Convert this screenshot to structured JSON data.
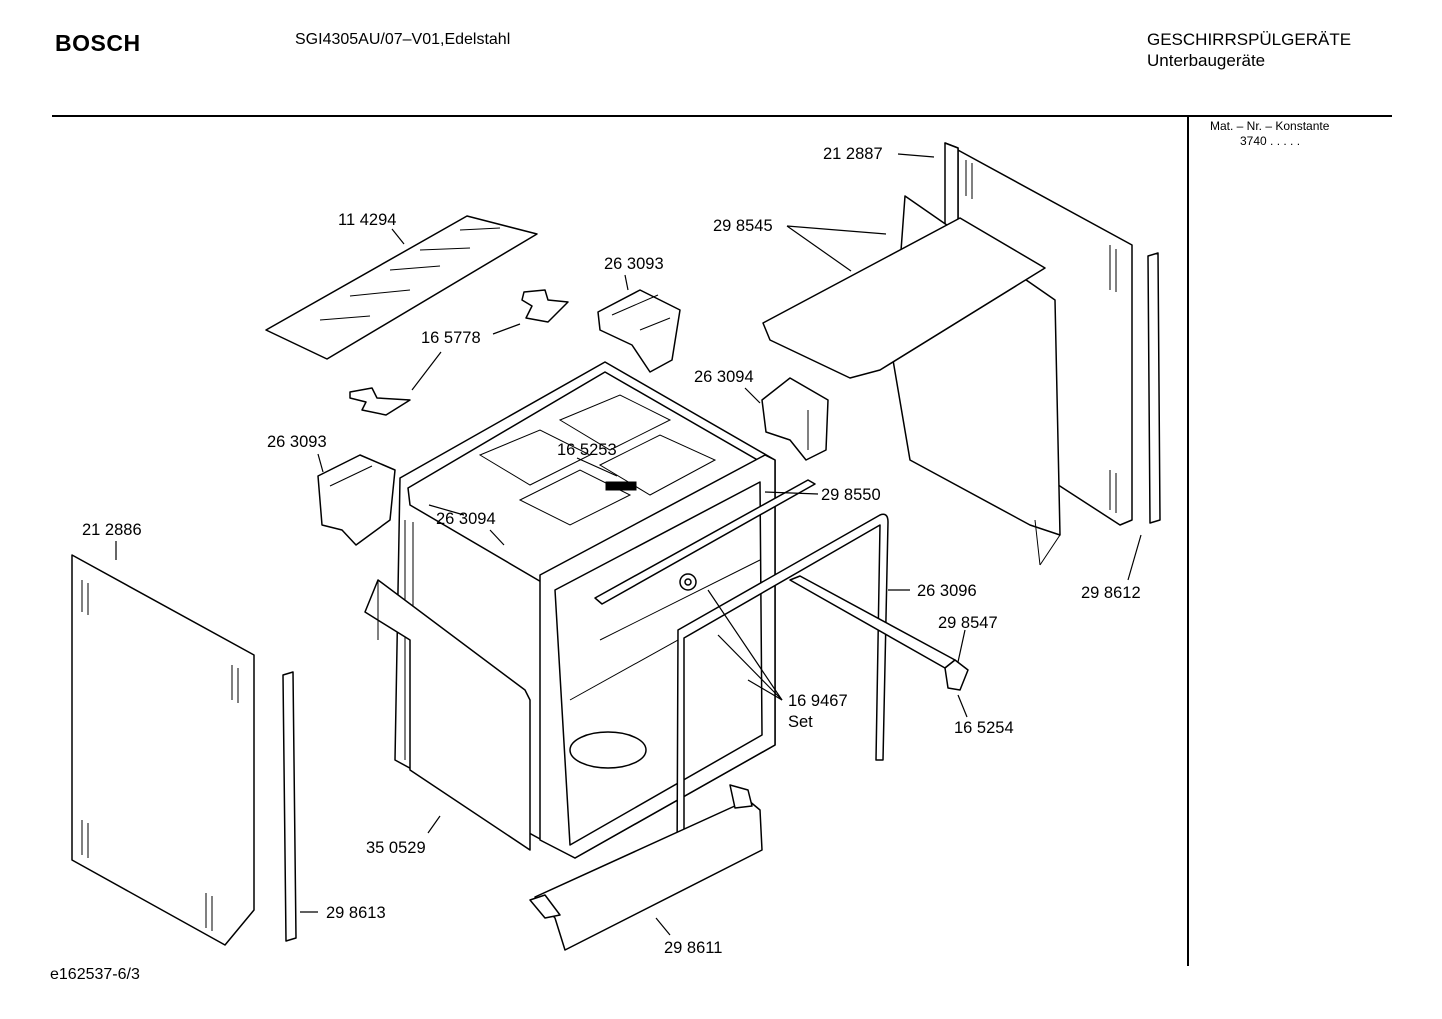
{
  "header": {
    "brand": "BOSCH",
    "model": "SGI4305AU/07–V01,Edelstahl",
    "category_line1": "GESCHIRRSPÜLGERÄTE",
    "category_line2": "Unterbaugeräte"
  },
  "side_panel": {
    "label": "Mat. – Nr. – Konstante",
    "value": "3740 . . . . ."
  },
  "footer": {
    "code": "e162537-6/3"
  },
  "parts": [
    {
      "id": "p-212887",
      "number": "21 2887"
    },
    {
      "id": "p-114294",
      "number": "11 4294"
    },
    {
      "id": "p-298545",
      "number": "29 8545"
    },
    {
      "id": "p-263093a",
      "number": "26 3093"
    },
    {
      "id": "p-165778",
      "number": "16 5778"
    },
    {
      "id": "p-263094a",
      "number": "26 3094"
    },
    {
      "id": "p-263093b",
      "number": "26 3093"
    },
    {
      "id": "p-165253",
      "number": "16 5253"
    },
    {
      "id": "p-298550",
      "number": "29 8550"
    },
    {
      "id": "p-212886",
      "number": "21 2886"
    },
    {
      "id": "p-263094b",
      "number": "26 3094"
    },
    {
      "id": "p-263096",
      "number": "26 3096"
    },
    {
      "id": "p-298612",
      "number": "29 8612"
    },
    {
      "id": "p-298547",
      "number": "29 8547"
    },
    {
      "id": "p-169467",
      "number": "16 9467"
    },
    {
      "id": "p-set",
      "number": "Set"
    },
    {
      "id": "p-165254",
      "number": "16 5254"
    },
    {
      "id": "p-350529",
      "number": "35 0529"
    },
    {
      "id": "p-298613",
      "number": "29 8613"
    },
    {
      "id": "p-298611",
      "number": "29 8611"
    }
  ]
}
